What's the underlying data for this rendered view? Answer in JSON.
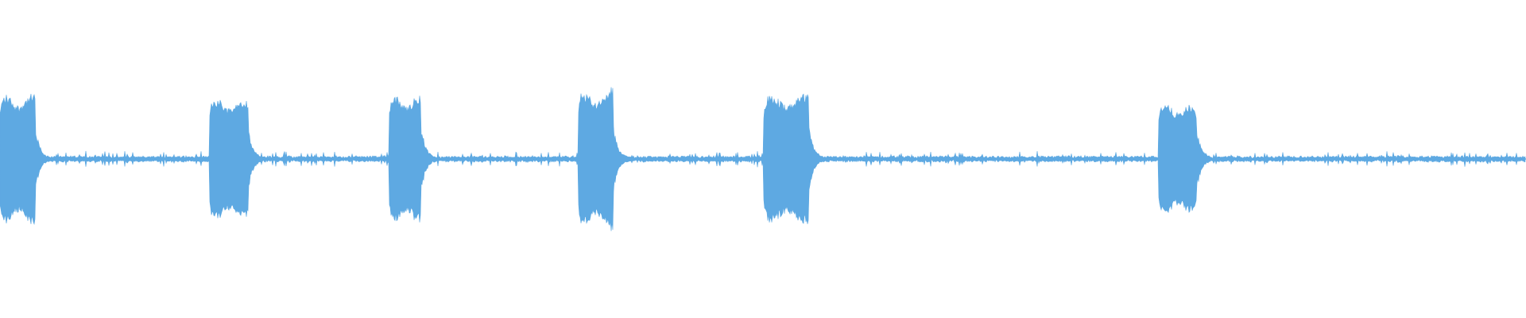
{
  "waveform": {
    "color": "#5ea9e2",
    "background": "#ffffff",
    "duration_fraction_note_free": true,
    "bursts": [
      {
        "start": 0.0,
        "end": 0.023,
        "peak": 1.0
      },
      {
        "start": 0.137,
        "end": 0.1625,
        "peak": 0.95
      },
      {
        "start": 0.255,
        "end": 0.276,
        "peak": 0.98
      },
      {
        "start": 0.379,
        "end": 0.402,
        "peak": 1.05
      },
      {
        "start": 0.5005,
        "end": 0.53,
        "peak": 1.0
      },
      {
        "start": 0.759,
        "end": 0.784,
        "peak": 0.85
      }
    ],
    "noise_floor": 0.03
  }
}
